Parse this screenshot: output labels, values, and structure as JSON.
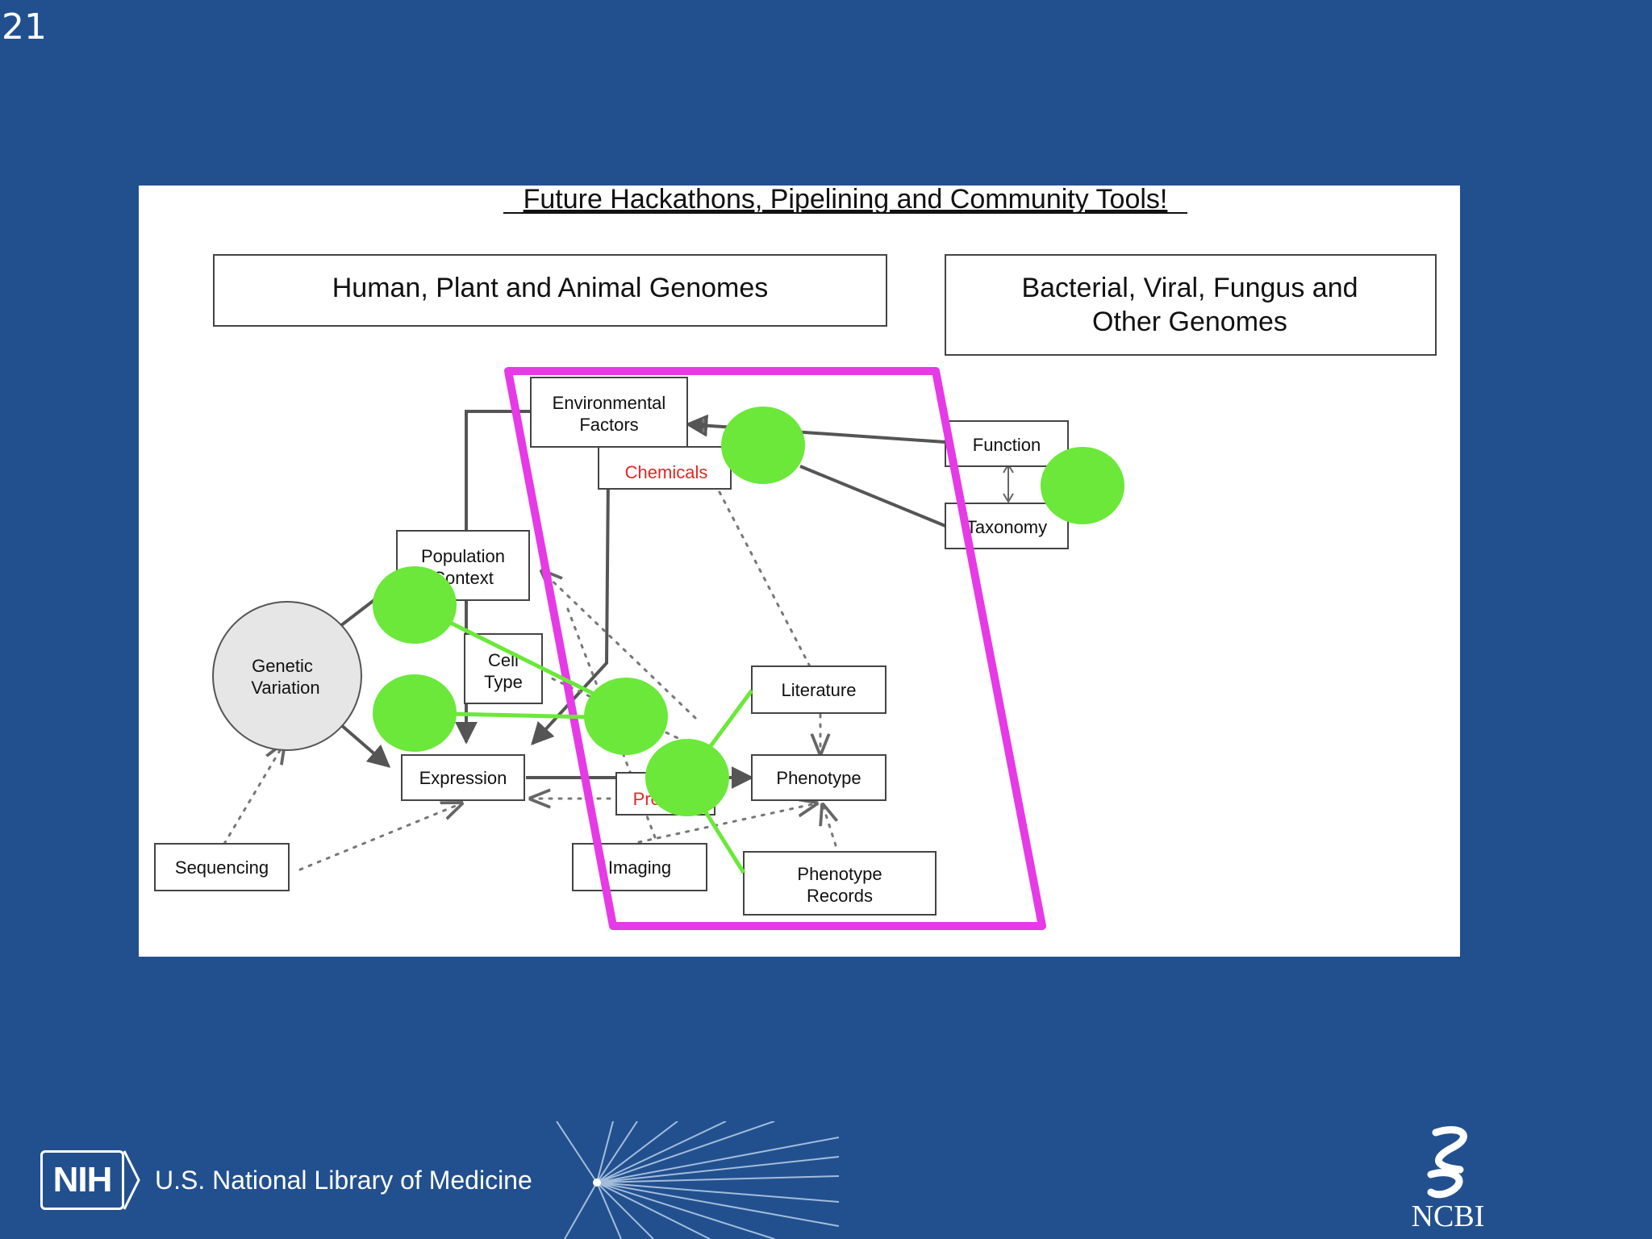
{
  "slide_number": "21",
  "diagram": {
    "title": "Future Hackathons, Pipelining and Community Tools!",
    "section_left": "Human, Plant and Animal Genomes",
    "section_right_line1": "Bacterial, Viral, Fungus and",
    "section_right_line2": "Other Genomes",
    "nodes": {
      "env_line1": "Environmental",
      "env_line2": "Factors",
      "chemicals": "Chemicals",
      "function": "Function",
      "taxonomy": "Taxonomy",
      "pop_line1": "Population",
      "pop_line2": "Context",
      "cell_line1": "Cell",
      "cell_line2": "Type",
      "genetic_line1": "Genetic",
      "genetic_line2": "Variation",
      "literature": "Literature",
      "expression": "Expression",
      "phenotype": "Phenotype",
      "proteins": "Proteins",
      "sequencing": "Sequencing",
      "imaging": "Imaging",
      "records_line1": "Phenotype",
      "records_line2": "Records"
    },
    "colors": {
      "highlight": "#e63ae6",
      "hub": "#6be83a",
      "connector": "#6be83a",
      "edge": "#555555",
      "red_label": "#e32626"
    }
  },
  "footer": {
    "nih_badge": "NIH",
    "nlm_text": "U.S. National Library of Medicine",
    "ncbi_text": "NCBI"
  }
}
